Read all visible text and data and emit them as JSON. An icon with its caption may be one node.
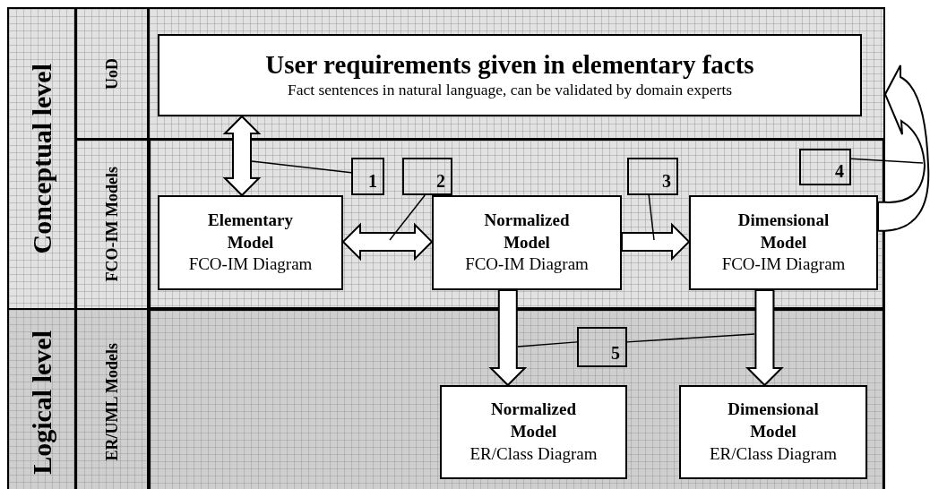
{
  "diagram": {
    "nodes": [
      {
        "text": [
          "User requirements given in elementary facts",
          "Fact sentences in natural language, can be validated by domain experts"
        ]
      },
      {
        "text": [
          "Elementary Model",
          "FCO-IM Diagram"
        ]
      },
      {
        "text": [
          "Normalized Model",
          "FCO-IM Diagram"
        ]
      },
      {
        "text": [
          "Dimensional Model",
          "FCO-IM Diagram"
        ]
      },
      {
        "text": [
          "Normalized Model",
          "ER/Class Diagram"
        ]
      },
      {
        "text": [
          "Dimensional Model",
          "ER/Class Diagram"
        ]
      },
      {
        "text": [
          "1"
        ]
      },
      {
        "text": [
          "2"
        ]
      },
      {
        "text": [
          "3"
        ]
      },
      {
        "text": [
          "4"
        ]
      },
      {
        "text": [
          "5"
        ]
      }
    ],
    "edges": [
      {
        "from": 0,
        "to": 1,
        "arrow": "both"
      },
      {
        "from": 1,
        "to": 2,
        "arrow": "both"
      },
      {
        "from": 2,
        "to": 3,
        "arrow": "to"
      },
      {
        "from": 2,
        "to": 4,
        "arrow": "to"
      },
      {
        "from": 3,
        "to": 5,
        "arrow": "to"
      },
      {
        "from": 3,
        "to": 0,
        "arrow": "to"
      },
      {
        "from": 6,
        "to": null,
        "arrow": "none"
      },
      {
        "from": 7,
        "to": null,
        "arrow": "none"
      },
      {
        "from": 8,
        "to": null,
        "arrow": "none"
      },
      {
        "from": 9,
        "to": null,
        "arrow": "none"
      },
      {
        "from": 10,
        "to": null,
        "arrow": "none"
      },
      {
        "from": 10,
        "to": null,
        "arrow": "none"
      }
    ],
    "labels": [
      "Conceptual level",
      "UoD",
      "FCO-IM Models",
      "Logical level",
      "ER/UML Models"
    ]
  }
}
